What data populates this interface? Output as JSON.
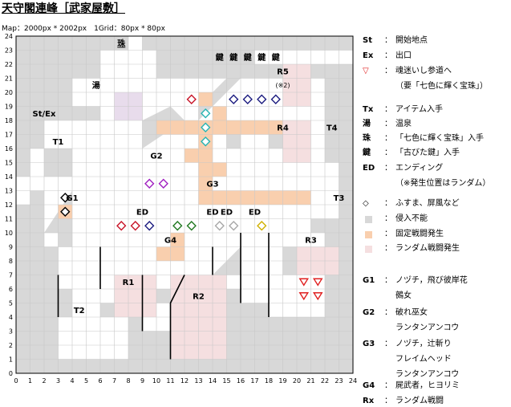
{
  "title": "天守閣連峰［武家屋敷］",
  "subtitle": "Map：2000px * 2002px　1Grid：80px * 80px",
  "axis": {
    "x_ticks": [
      "0",
      "1",
      "2",
      "3",
      "4",
      "5",
      "6",
      "7",
      "8",
      "9",
      "10",
      "11",
      "12",
      "13",
      "14",
      "15",
      "16",
      "17",
      "18",
      "19",
      "20",
      "21",
      "22",
      "23",
      "24"
    ],
    "y_ticks": [
      "24",
      "23",
      "22",
      "21",
      "20",
      "19",
      "18",
      "17",
      "16",
      "15",
      "14",
      "13",
      "12",
      "11",
      "10",
      "9",
      "8",
      "7",
      "6",
      "5",
      "4",
      "3",
      "2",
      "1",
      "0"
    ]
  },
  "colors": {
    "blocked": "#d8d8d8",
    "fixed_battle": "#f9cfae",
    "random_battle": "#f5dfe0",
    "hot_spring": "#e8dcec",
    "grid_line": "#c8c8c8",
    "diamond_red": "#c81428",
    "diamond_navy": "#1c1c80",
    "diamond_cyan": "#28b4b4",
    "diamond_purple": "#a020c0",
    "diamond_green": "#207820",
    "diamond_gray": "#a8a8a8",
    "diamond_gold": "#d0b000",
    "triangle_red": "#e02020"
  },
  "map_labels": {
    "start": "St/Ex",
    "pearl": "珠",
    "hot_spring": "湯",
    "key": "鍵",
    "R1": "R1",
    "R2": "R2",
    "R3": "R3",
    "R4": "R4",
    "R5": "R5",
    "R5_note": "(※2)",
    "T1": "T1",
    "T2": "T2",
    "T3": "T3",
    "T4": "T4",
    "G1": "G1",
    "G2": "G2",
    "G3": "G3",
    "G4": "G4",
    "ED": "ED"
  },
  "legend": {
    "rows": [
      {
        "key": "St",
        "text": "開始地点"
      },
      {
        "key": "Ex",
        "text": "出口"
      },
      {
        "key": "▽",
        "text": "魂迷いし参道へ",
        "cont": "（要「七色に輝く宝珠」）"
      },
      {
        "key": "Tx",
        "text": "アイテム入手"
      },
      {
        "key": "湯",
        "text": "温泉"
      },
      {
        "key": "珠",
        "text": "「七色に輝く宝珠」入手"
      },
      {
        "key": "鍵",
        "text": "「古びた鍵」入手"
      },
      {
        "key": "ED",
        "text": "エンディング",
        "cont": "（※発生位置はランダム）"
      },
      {
        "key": "◇",
        "text": "ふすま、屏風など"
      },
      {
        "key": "",
        "text": "侵入不能"
      },
      {
        "key": "",
        "text": "固定戦闘発生"
      },
      {
        "key": "",
        "text": "ランダム戦闘発生"
      },
      {
        "key": "G1",
        "text": "ノヅチ，飛び彼岸花",
        "cont": "鵺女"
      },
      {
        "key": "G2",
        "text": "破れ巫女",
        "cont": "ランタンアンコウ"
      },
      {
        "key": "G3",
        "text": "ノヅチ，辻斬り",
        "cont": "フレイムヘッド",
        "cont2": "ランタンアンコウ"
      },
      {
        "key": "G4",
        "text": "屍武者，ヒヨリミ"
      },
      {
        "key": "Rx",
        "text": "ランダム戦闘"
      }
    ]
  }
}
